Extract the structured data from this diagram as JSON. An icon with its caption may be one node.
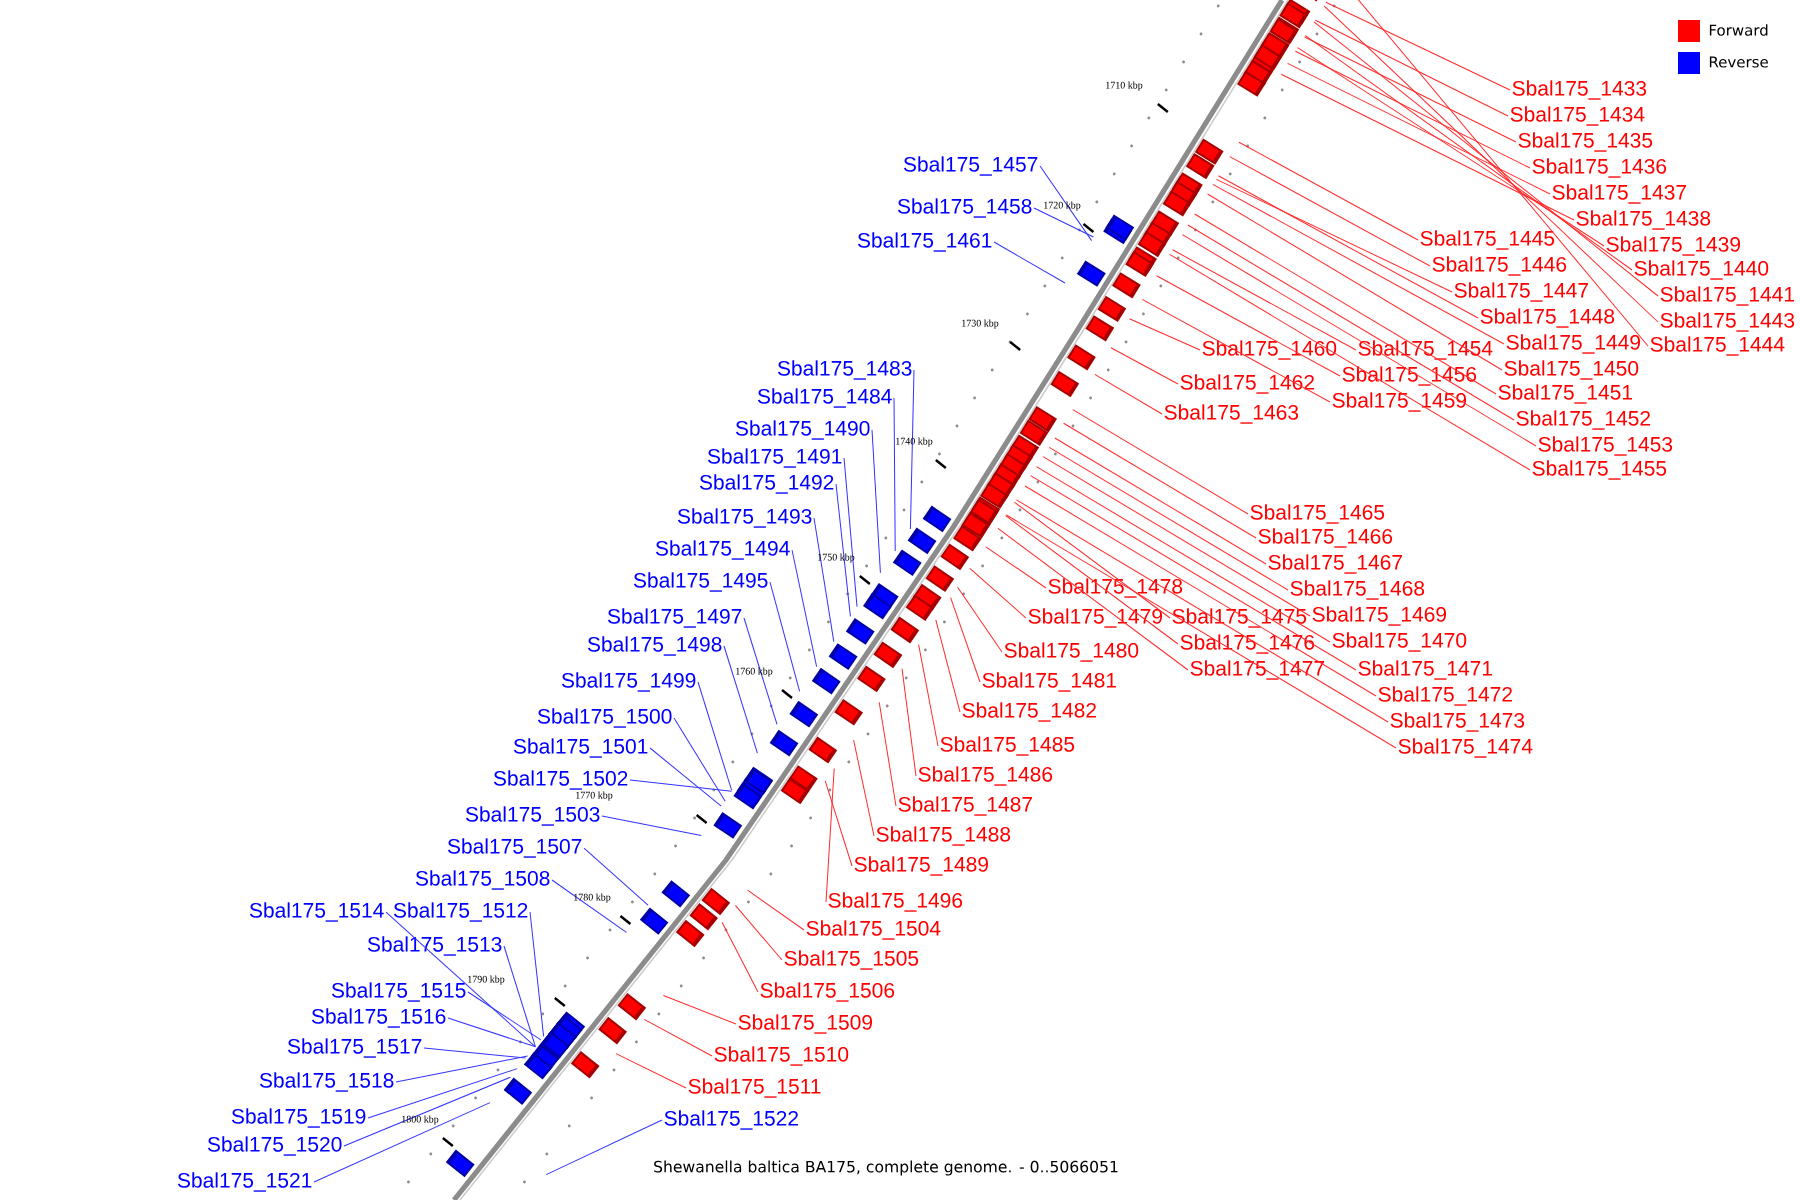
{
  "diagram": {
    "caption": "Shewanella baltica BA175, complete genome. - 0..5066051",
    "nodes": [
      {
        "text": [
          "Sbal175_1433"
        ]
      },
      {
        "text": [
          "Sbal175_1434"
        ]
      },
      {
        "text": [
          "Sbal175_1435"
        ]
      },
      {
        "text": [
          "Sbal175_1436"
        ]
      },
      {
        "text": [
          "Sbal175_1437"
        ]
      },
      {
        "text": [
          "Sbal175_1438"
        ]
      },
      {
        "text": [
          "Sbal175_1439"
        ]
      },
      {
        "text": [
          "Sbal175_1440"
        ]
      },
      {
        "text": [
          "Sbal175_1441"
        ]
      },
      {
        "text": [
          "Sbal175_1443"
        ]
      },
      {
        "text": [
          "Sbal175_1444"
        ]
      },
      {
        "text": [
          "Sbal175_1445"
        ]
      },
      {
        "text": [
          "Sbal175_1446"
        ]
      },
      {
        "text": [
          "Sbal175_1447"
        ]
      },
      {
        "text": [
          "Sbal175_1448"
        ]
      },
      {
        "text": [
          "Sbal175_1449"
        ]
      },
      {
        "text": [
          "Sbal175_1450"
        ]
      },
      {
        "text": [
          "Sbal175_1451"
        ]
      },
      {
        "text": [
          "Sbal175_1452"
        ]
      },
      {
        "text": [
          "Sbal175_1453"
        ]
      },
      {
        "text": [
          "Sbal175_1454"
        ]
      },
      {
        "text": [
          "Sbal175_1455"
        ]
      },
      {
        "text": [
          "Sbal175_1456"
        ]
      },
      {
        "text": [
          "Sbal175_1459"
        ]
      },
      {
        "text": [
          "Sbal175_1460"
        ]
      },
      {
        "text": [
          "Sbal175_1462"
        ]
      },
      {
        "text": [
          "Sbal175_1463"
        ]
      },
      {
        "text": [
          "Sbal175_1457"
        ]
      },
      {
        "text": [
          "Sbal175_1458"
        ]
      },
      {
        "text": [
          "Sbal175_1461"
        ]
      },
      {
        "text": [
          "Sbal175_1483"
        ]
      },
      {
        "text": [
          "Sbal175_1484"
        ]
      },
      {
        "text": [
          "Sbal175_1490"
        ]
      },
      {
        "text": [
          "Sbal175_1491"
        ]
      },
      {
        "text": [
          "Sbal175_1492"
        ]
      },
      {
        "text": [
          "Sbal175_1493"
        ]
      },
      {
        "text": [
          "Sbal175_1494"
        ]
      },
      {
        "text": [
          "Sbal175_1495"
        ]
      },
      {
        "text": [
          "Sbal175_1497"
        ]
      },
      {
        "text": [
          "Sbal175_1498"
        ]
      },
      {
        "text": [
          "Sbal175_1499"
        ]
      },
      {
        "text": [
          "Sbal175_1500"
        ]
      },
      {
        "text": [
          "Sbal175_1501"
        ]
      },
      {
        "text": [
          "Sbal175_1502"
        ]
      },
      {
        "text": [
          "Sbal175_1503"
        ]
      },
      {
        "text": [
          "Sbal175_1507"
        ]
      },
      {
        "text": [
          "Sbal175_1508"
        ]
      },
      {
        "text": [
          "Sbal175_1512"
        ]
      },
      {
        "text": [
          "Sbal175_1514"
        ]
      },
      {
        "text": [
          "Sbal175_1513"
        ]
      },
      {
        "text": [
          "Sbal175_1515"
        ]
      },
      {
        "text": [
          "Sbal175_1516"
        ]
      },
      {
        "text": [
          "Sbal175_1517"
        ]
      },
      {
        "text": [
          "Sbal175_1518"
        ]
      },
      {
        "text": [
          "Sbal175_1519"
        ]
      },
      {
        "text": [
          "Sbal175_1520"
        ]
      },
      {
        "text": [
          "Sbal175_1521"
        ]
      },
      {
        "text": [
          "Sbal175_1522"
        ]
      },
      {
        "text": [
          "Sbal175_1465"
        ]
      },
      {
        "text": [
          "Sbal175_1466"
        ]
      },
      {
        "text": [
          "Sbal175_1467"
        ]
      },
      {
        "text": [
          "Sbal175_1468"
        ]
      },
      {
        "text": [
          "Sbal175_1469"
        ]
      },
      {
        "text": [
          "Sbal175_1470"
        ]
      },
      {
        "text": [
          "Sbal175_1471"
        ]
      },
      {
        "text": [
          "Sbal175_1472"
        ]
      },
      {
        "text": [
          "Sbal175_1473"
        ]
      },
      {
        "text": [
          "Sbal175_1474"
        ]
      },
      {
        "text": [
          "Sbal175_1475"
        ]
      },
      {
        "text": [
          "Sbal175_1476"
        ]
      },
      {
        "text": [
          "Sbal175_1477"
        ]
      },
      {
        "text": [
          "Sbal175_1478"
        ]
      },
      {
        "text": [
          "Sbal175_1479"
        ]
      },
      {
        "text": [
          "Sbal175_1480"
        ]
      },
      {
        "text": [
          "Sbal175_1481"
        ]
      },
      {
        "text": [
          "Sbal175_1482"
        ]
      },
      {
        "text": [
          "Sbal175_1485"
        ]
      },
      {
        "text": [
          "Sbal175_1486"
        ]
      },
      {
        "text": [
          "Sbal175_1487"
        ]
      },
      {
        "text": [
          "Sbal175_1488"
        ]
      },
      {
        "text": [
          "Sbal175_1489"
        ]
      },
      {
        "text": [
          "Sbal175_1496"
        ]
      },
      {
        "text": [
          "Sbal175_1504"
        ]
      },
      {
        "text": [
          "Sbal175_1505"
        ]
      },
      {
        "text": [
          "Sbal175_1506"
        ]
      },
      {
        "text": [
          "Sbal175_1509"
        ]
      },
      {
        "text": [
          "Sbal175_1510"
        ]
      },
      {
        "text": [
          "Sbal175_1511"
        ]
      }
    ],
    "edges": [
      {
        "from": 0,
        "to": null,
        "arrow": "none"
      },
      {
        "from": 1,
        "to": null,
        "arrow": "none"
      },
      {
        "from": 2,
        "to": null,
        "arrow": "none"
      },
      {
        "from": 3,
        "to": null,
        "arrow": "none"
      },
      {
        "from": 4,
        "to": null,
        "arrow": "none"
      },
      {
        "from": 5,
        "to": null,
        "arrow": "none"
      },
      {
        "from": 6,
        "to": null,
        "arrow": "none"
      },
      {
        "from": 7,
        "to": null,
        "arrow": "none"
      },
      {
        "from": 8,
        "to": null,
        "arrow": "none"
      },
      {
        "from": 9,
        "to": null,
        "arrow": "none"
      },
      {
        "from": 10,
        "to": null,
        "arrow": "none"
      },
      {
        "from": 11,
        "to": null,
        "arrow": "none"
      },
      {
        "from": 12,
        "to": null,
        "arrow": "none"
      },
      {
        "from": 13,
        "to": null,
        "arrow": "none"
      },
      {
        "from": 14,
        "to": null,
        "arrow": "none"
      },
      {
        "from": 15,
        "to": null,
        "arrow": "none"
      },
      {
        "from": 16,
        "to": null,
        "arrow": "none"
      },
      {
        "from": 17,
        "to": null,
        "arrow": "none"
      },
      {
        "from": 18,
        "to": null,
        "arrow": "none"
      },
      {
        "from": 19,
        "to": null,
        "arrow": "none"
      },
      {
        "from": 20,
        "to": null,
        "arrow": "none"
      },
      {
        "from": 21,
        "to": null,
        "arrow": "none"
      },
      {
        "from": 22,
        "to": null,
        "arrow": "none"
      },
      {
        "from": 23,
        "to": null,
        "arrow": "none"
      },
      {
        "from": 24,
        "to": null,
        "arrow": "none"
      },
      {
        "from": 25,
        "to": null,
        "arrow": "none"
      },
      {
        "from": 26,
        "to": null,
        "arrow": "none"
      },
      {
        "from": 27,
        "to": null,
        "arrow": "none",
        "color": "#3333ff"
      },
      {
        "from": 28,
        "to": null,
        "arrow": "none",
        "color": "#3333ff"
      },
      {
        "from": 29,
        "to": null,
        "arrow": "none",
        "color": "#3333ff"
      },
      {
        "from": 30,
        "to": null,
        "arrow": "none",
        "color": "#3333ff"
      },
      {
        "from": 31,
        "to": null,
        "arrow": "none",
        "color": "#3333ff"
      },
      {
        "from": 32,
        "to": null,
        "arrow": "none",
        "color": "#3333ff"
      },
      {
        "from": 33,
        "to": null,
        "arrow": "none",
        "color": "#3333ff"
      },
      {
        "from": 34,
        "to": null,
        "arrow": "none",
        "color": "#3333ff"
      },
      {
        "from": 35,
        "to": null,
        "arrow": "none",
        "color": "#3333ff"
      },
      {
        "from": 36,
        "to": null,
        "arrow": "none",
        "color": "#3333ff"
      },
      {
        "from": 37,
        "to": null,
        "arrow": "none",
        "color": "#3333ff"
      },
      {
        "from": 38,
        "to": null,
        "arrow": "none",
        "color": "#3333ff"
      },
      {
        "from": 39,
        "to": null,
        "arrow": "none",
        "color": "#3333ff"
      },
      {
        "from": 40,
        "to": null,
        "arrow": "none",
        "color": "#3333ff"
      },
      {
        "from": 41,
        "to": null,
        "arrow": "none",
        "color": "#3333ff"
      },
      {
        "from": 42,
        "to": null,
        "arrow": "none",
        "color": "#3333ff"
      },
      {
        "from": 43,
        "to": null,
        "arrow": "none",
        "color": "#3333ff"
      },
      {
        "from": 44,
        "to": null,
        "arrow": "none",
        "color": "#3333ff"
      },
      {
        "from": 45,
        "to": null,
        "arrow": "none",
        "color": "#3333ff"
      },
      {
        "from": 46,
        "to": null,
        "arrow": "none",
        "color": "#3333ff"
      },
      {
        "from": 47,
        "to": null,
        "arrow": "none",
        "color": "#3333ff"
      },
      {
        "from": 48,
        "to": null,
        "arrow": "none",
        "color": "#3333ff"
      },
      {
        "from": 49,
        "to": null,
        "arrow": "none",
        "color": "#3333ff"
      },
      {
        "from": 50,
        "to": null,
        "arrow": "none",
        "color": "#3333ff"
      },
      {
        "from": 51,
        "to": null,
        "arrow": "none",
        "color": "#3333ff"
      },
      {
        "from": 52,
        "to": null,
        "arrow": "none",
        "color": "#3333ff"
      },
      {
        "from": 53,
        "to": null,
        "arrow": "none",
        "color": "#3333ff"
      },
      {
        "from": 54,
        "to": null,
        "arrow": "none",
        "color": "#3333ff"
      },
      {
        "from": 55,
        "to": null,
        "arrow": "none",
        "color": "#3333ff"
      },
      {
        "from": 56,
        "to": null,
        "arrow": "none",
        "color": "#3333ff"
      },
      {
        "from": 57,
        "to": null,
        "arrow": "none",
        "color": "#3333ff"
      },
      {
        "from": 58,
        "to": null,
        "arrow": "none"
      },
      {
        "from": 59,
        "to": null,
        "arrow": "none"
      },
      {
        "from": 60,
        "to": null,
        "arrow": "none"
      },
      {
        "from": 61,
        "to": null,
        "arrow": "none"
      },
      {
        "from": 62,
        "to": null,
        "arrow": "none"
      },
      {
        "from": 63,
        "to": null,
        "arrow": "none"
      },
      {
        "from": 64,
        "to": null,
        "arrow": "none"
      },
      {
        "from": 65,
        "to": null,
        "arrow": "none"
      },
      {
        "from": 66,
        "to": null,
        "arrow": "none"
      },
      {
        "from": 67,
        "to": null,
        "arrow": "none"
      },
      {
        "from": 68,
        "to": null,
        "arrow": "none"
      },
      {
        "from": 69,
        "to": null,
        "arrow": "none"
      },
      {
        "from": 70,
        "to": null,
        "arrow": "none"
      },
      {
        "from": 71,
        "to": null,
        "arrow": "none"
      },
      {
        "from": 72,
        "to": null,
        "arrow": "none"
      },
      {
        "from": 73,
        "to": null,
        "arrow": "none"
      },
      {
        "from": 74,
        "to": null,
        "arrow": "none"
      },
      {
        "from": 75,
        "to": null,
        "arrow": "none"
      },
      {
        "from": 76,
        "to": null,
        "arrow": "none"
      },
      {
        "from": 77,
        "to": null,
        "arrow": "none"
      },
      {
        "from": 78,
        "to": null,
        "arrow": "none"
      },
      {
        "from": 79,
        "to": null,
        "arrow": "none"
      },
      {
        "from": 80,
        "to": null,
        "arrow": "none"
      },
      {
        "from": 81,
        "to": null,
        "arrow": "none"
      },
      {
        "from": 82,
        "to": null,
        "arrow": "none"
      },
      {
        "from": 83,
        "to": null,
        "arrow": "none"
      },
      {
        "from": 84,
        "to": null,
        "arrow": "none"
      },
      {
        "from": 85,
        "to": null,
        "arrow": "none"
      },
      {
        "from": 86,
        "to": null,
        "arrow": "none"
      },
      {
        "from": 87,
        "to": null,
        "arrow": "none"
      }
    ],
    "labels": [
      "1710 kbp",
      "1720 kbp",
      "1730 kbp",
      "1740 kbp",
      "1750 kbp",
      "1760 kbp",
      "1770 kbp",
      "1780 kbp",
      "1790 kbp",
      "1800 kbp"
    ],
    "legend": [
      {
        "text": "Forward",
        "color": "#ff0000"
      },
      {
        "text": "Reverse",
        "color": "#0000ff"
      }
    ]
  }
}
